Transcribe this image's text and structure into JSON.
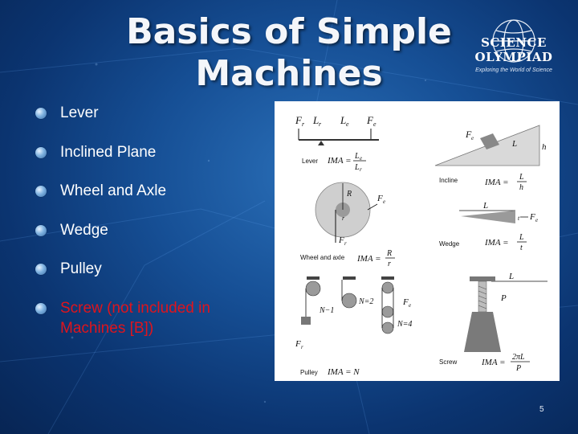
{
  "slide": {
    "title": "Basics of Simple Machines",
    "number": "5"
  },
  "logo": {
    "text": "SCIENCE OLYMPIAD",
    "tagline": "Exploring the World of Science"
  },
  "bullets": [
    {
      "label": "Lever",
      "color": "#ffffff"
    },
    {
      "label": "Inclined Plane",
      "color": "#ffffff"
    },
    {
      "label": "Wheel and Axle",
      "color": "#ffffff"
    },
    {
      "label": "Wedge",
      "color": "#ffffff"
    },
    {
      "label": "Pulley",
      "color": "#ffffff"
    },
    {
      "label": "Screw (not included in Machines [B])",
      "color": "#e0141c"
    }
  ],
  "figure": {
    "lever": {
      "caption": "Lever",
      "formula": "IMA ="
    },
    "incline": {
      "caption": "Incline",
      "formula": "IMA ="
    },
    "wheel": {
      "caption": "Wheel and axle",
      "formula": "IMA ="
    },
    "wedge": {
      "caption": "Wedge",
      "formula": "IMA ="
    },
    "pulley": {
      "caption": "Pulley",
      "formula": "IMA = N",
      "n2": "N=2",
      "n1": "N−1",
      "n4": "N=4"
    },
    "screw": {
      "caption": "Screw",
      "formula": "IMA ="
    }
  },
  "colors": {
    "background": "#164f95",
    "bullet_text": "#ffffff",
    "highlight_text": "#e0141c"
  }
}
